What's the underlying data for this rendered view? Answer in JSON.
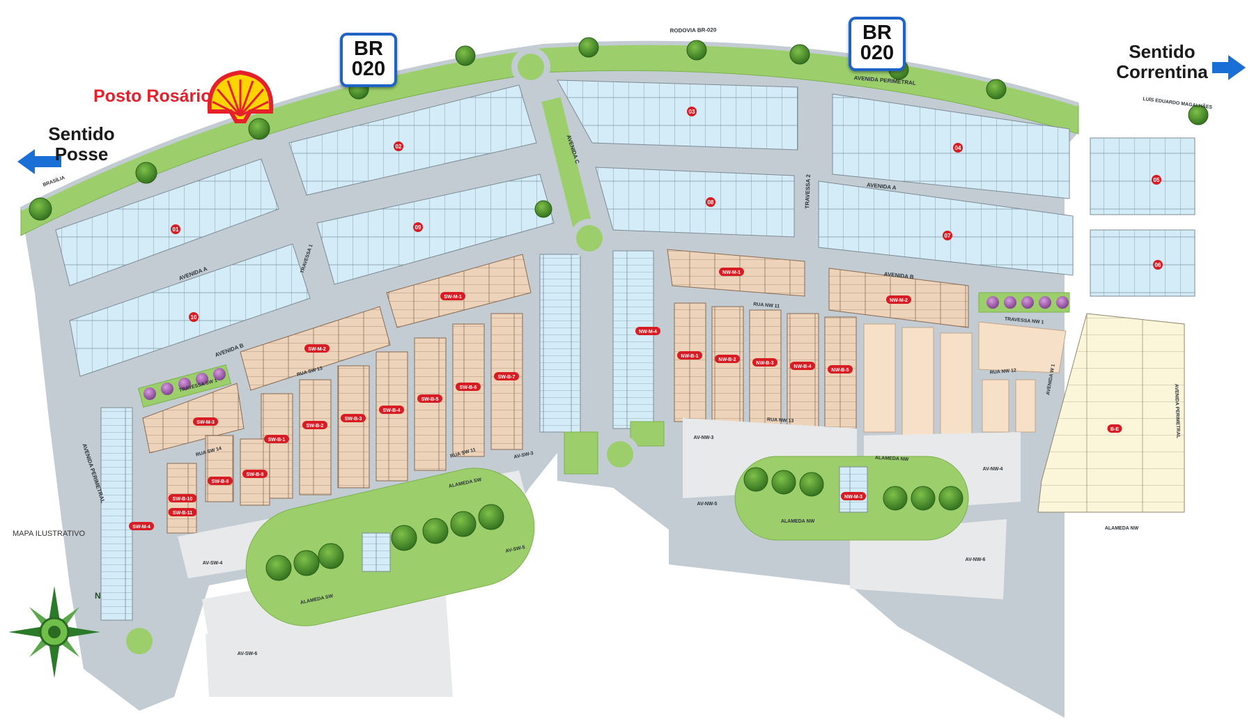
{
  "labels": {
    "posto": "Posto Rosário",
    "mapa": "MAPA ILUSTRATIVO",
    "sentido_posse": [
      "Sentido",
      "Posse"
    ],
    "sentido_correntina": [
      "Sentido",
      "Correntina"
    ],
    "shield1": [
      "BR",
      "020"
    ],
    "shield2": [
      "BR",
      "020"
    ],
    "north": "N"
  },
  "roads": [
    {
      "id": "rodovia",
      "name": "RODOVIA BR-020"
    },
    {
      "id": "perimetral-n",
      "name": "AVENIDA PERIMETRAL"
    },
    {
      "id": "luis",
      "name": "LUÍS EDUARDO MAGALHÃES"
    },
    {
      "id": "brasilia",
      "name": "BRASÍLIA"
    },
    {
      "id": "avA-e",
      "name": "AVENIDA A"
    },
    {
      "id": "avA-w",
      "name": "AVENIDA A"
    },
    {
      "id": "avB-e",
      "name": "AVENIDA B"
    },
    {
      "id": "avB-w",
      "name": "AVENIDA B"
    },
    {
      "id": "avC",
      "name": "AVENIDA C"
    },
    {
      "id": "trav1",
      "name": "TRAVESSA 1"
    },
    {
      "id": "trav2",
      "name": "TRAVESSA 2"
    },
    {
      "id": "travNW1",
      "name": "TRAVESSA NW 1"
    },
    {
      "id": "travSW1",
      "name": "TRAVESSA SW 1"
    },
    {
      "id": "perimetral-w",
      "name": "AVENIDA PERIMETRAL"
    },
    {
      "id": "perimetral-e",
      "name": "AVENIDA PERIMETRAL"
    },
    {
      "id": "avW1",
      "name": "AVENIDA W 1"
    },
    {
      "id": "alamedaSW",
      "name": "ALAMEDA SW"
    },
    {
      "id": "alamedaSW2",
      "name": "ALAMEDA SW"
    },
    {
      "id": "alamedaNW",
      "name": "ALAMEDA NW"
    },
    {
      "id": "alamedaNW2",
      "name": "ALAMEDA NW"
    },
    {
      "id": "alamedaNW3",
      "name": "ALAMEDA NW"
    },
    {
      "id": "ruaSW14",
      "name": "RUA SW 14"
    },
    {
      "id": "ruaSW13",
      "name": "RUA SW 13"
    },
    {
      "id": "ruaSW11",
      "name": "RUA SW 11"
    },
    {
      "id": "ruaNW11",
      "name": "RUA NW 11"
    },
    {
      "id": "ruaNW12",
      "name": "RUA NW 12"
    },
    {
      "id": "ruaNW13",
      "name": "RUA NW 13"
    },
    {
      "id": "avSW3",
      "name": "AV-SW-3"
    },
    {
      "id": "avSW4",
      "name": "AV-SW-4"
    },
    {
      "id": "avSW5",
      "name": "AV-SW-5"
    },
    {
      "id": "avSW6",
      "name": "AV-SW-6"
    },
    {
      "id": "avNW3",
      "name": "AV-NW-3"
    },
    {
      "id": "avNW4",
      "name": "AV-NW-4"
    },
    {
      "id": "avNW5",
      "name": "AV-NW-5"
    },
    {
      "id": "avNW6",
      "name": "AV-NW-6"
    }
  ],
  "blocks": [
    {
      "id": "01",
      "kind": "quadra"
    },
    {
      "id": "02",
      "kind": "quadra"
    },
    {
      "id": "03",
      "kind": "quadra"
    },
    {
      "id": "04",
      "kind": "quadra"
    },
    {
      "id": "05",
      "kind": "quadra"
    },
    {
      "id": "06",
      "kind": "quadra"
    },
    {
      "id": "07",
      "kind": "quadra"
    },
    {
      "id": "08",
      "kind": "quadra"
    },
    {
      "id": "09",
      "kind": "quadra"
    },
    {
      "id": "10",
      "kind": "quadra"
    },
    {
      "id": "SW-M-1",
      "kind": "sw"
    },
    {
      "id": "SW-M-2",
      "kind": "sw"
    },
    {
      "id": "SW-B-1",
      "kind": "sw"
    },
    {
      "id": "SW-B-2",
      "kind": "sw"
    },
    {
      "id": "SW-B-3",
      "kind": "sw"
    },
    {
      "id": "SW-B-4",
      "kind": "sw"
    },
    {
      "id": "SW-B-5",
      "kind": "sw"
    },
    {
      "id": "SW-B-6",
      "kind": "sw"
    },
    {
      "id": "SW-B-7",
      "kind": "sw"
    },
    {
      "id": "SW-B-8",
      "kind": "sw"
    },
    {
      "id": "SW-B-9",
      "kind": "sw"
    },
    {
      "id": "SW-B-10",
      "kind": "sw"
    },
    {
      "id": "SW-B-11",
      "kind": "sw"
    },
    {
      "id": "SW-M-3",
      "kind": "sw"
    },
    {
      "id": "SW-M-4",
      "kind": "sw"
    },
    {
      "id": "NW-M-1",
      "kind": "nw"
    },
    {
      "id": "NW-M-2",
      "kind": "nw"
    },
    {
      "id": "NW-M-3",
      "kind": "nw"
    },
    {
      "id": "NW-B-1",
      "kind": "nw"
    },
    {
      "id": "NW-B-2",
      "kind": "nw"
    },
    {
      "id": "NW-B-3",
      "kind": "nw"
    },
    {
      "id": "NW-B-4",
      "kind": "nw"
    },
    {
      "id": "NW-B-5",
      "kind": "nw"
    },
    {
      "id": "NW-M-4",
      "kind": "nw"
    },
    {
      "id": "B-E",
      "kind": "be"
    }
  ],
  "colors": {
    "road": "#c3ccd3",
    "quadra": "#d3ecf8",
    "sw": "#ecd3b9",
    "light": "#f7e0c8",
    "be": "#fbf5d9",
    "grass": "#9ccf6c",
    "red": "#d71c24",
    "arrow": "#1a6fd6",
    "plain": "#e8e9ea"
  },
  "icons": [
    "shell-logo-icon",
    "br-shield-icon",
    "direction-arrow-icon",
    "compass-rose-icon",
    "tree-icon",
    "roundabout-icon"
  ]
}
